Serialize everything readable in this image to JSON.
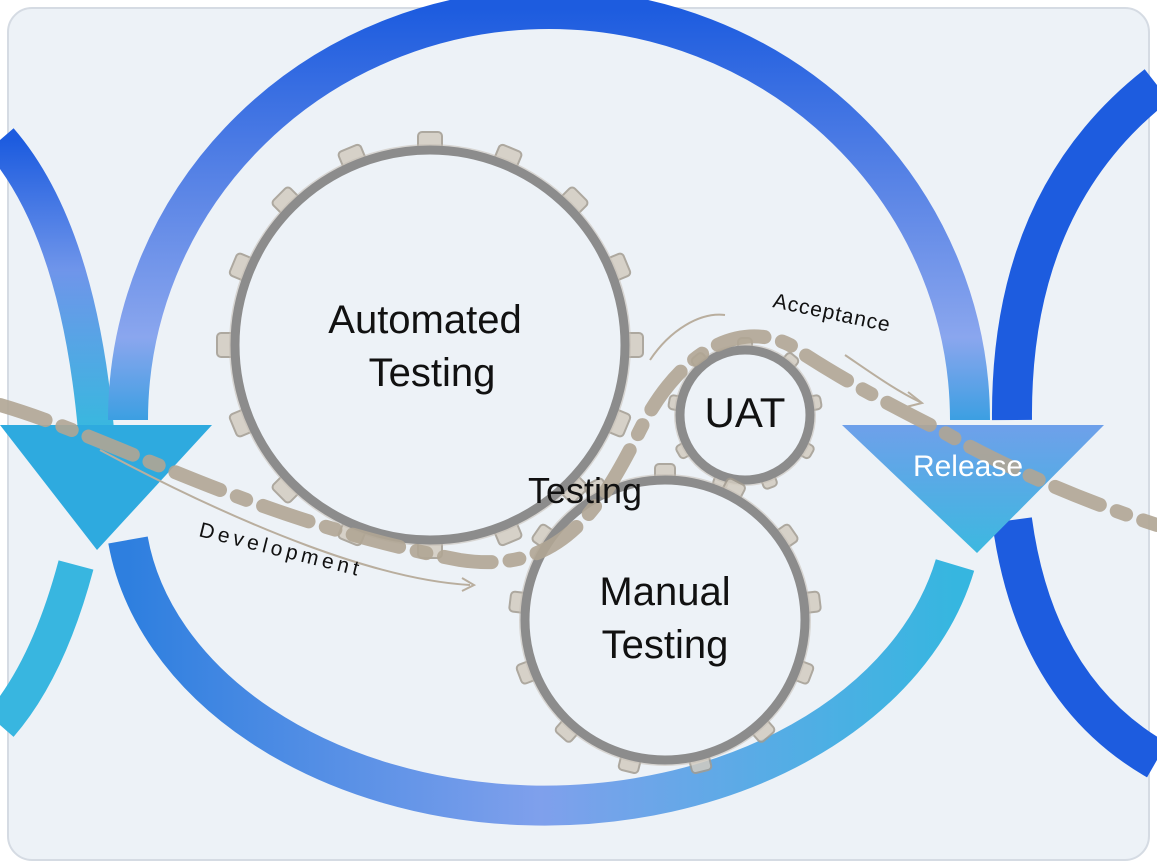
{
  "labels": {
    "automated_line1": "Automated",
    "automated_line2": "Testing",
    "uat": "UAT",
    "manual_line1": "Manual",
    "manual_line2": "Testing",
    "testing": "Testing",
    "release": "Release",
    "development": "Development",
    "acceptance": "Acceptance"
  },
  "colors": {
    "ring_dark": "#1e5fe0",
    "ring_light": "#8aa6ee",
    "ring_cyan": "#36b6e0",
    "gear_stroke": "#8c8c8c",
    "path_dash": "#b3a898",
    "background": "#edf2f7"
  }
}
